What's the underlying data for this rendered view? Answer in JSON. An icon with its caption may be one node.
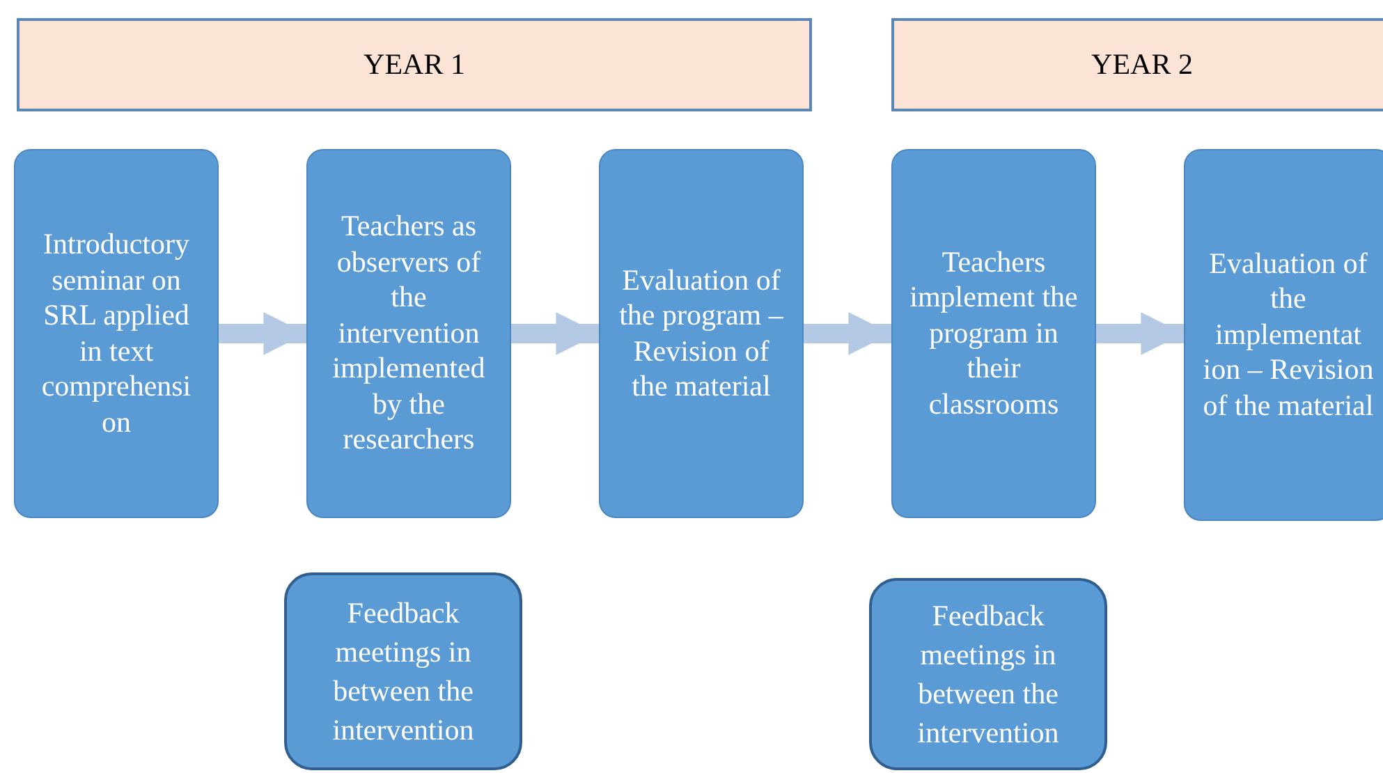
{
  "diagram": {
    "nodes": [
      {
        "text": [
          "YEAR 1"
        ]
      },
      {
        "text": [
          "YEAR 2"
        ]
      },
      {
        "text": [
          "Introductory seminar on SRL applied in text comprehensi on"
        ]
      },
      {
        "text": [
          "Teachers as observers of the intervention implemented by the researchers"
        ]
      },
      {
        "text": [
          "Evaluation of the program – Revision of the material"
        ]
      },
      {
        "text": [
          "Teachers implement the program in their classrooms"
        ]
      },
      {
        "text": [
          "Evaluation of the implementat ion – Revision of the material"
        ]
      },
      {
        "text": [
          "Feedback meetings in between the intervention"
        ]
      },
      {
        "text": [
          "Feedback meetings in between the intervention"
        ]
      }
    ],
    "edges": [
      {
        "from": 2,
        "to": 3,
        "arrow": "to"
      },
      {
        "from": 3,
        "to": 4,
        "arrow": "to"
      },
      {
        "from": 4,
        "to": 5,
        "arrow": "to"
      },
      {
        "from": 5,
        "to": 6,
        "arrow": "to"
      }
    ]
  }
}
